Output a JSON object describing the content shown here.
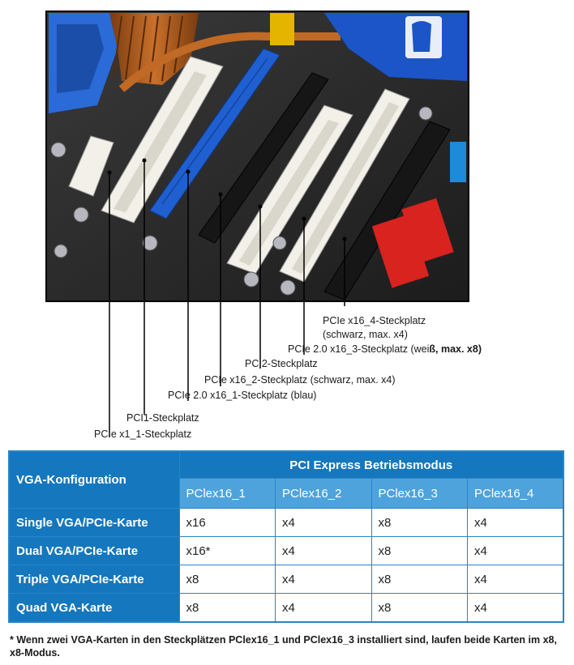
{
  "diagram": {
    "callouts": [
      {
        "id": "pcie-x16-4",
        "text": "PCIe x16_4-Steckplatz"
      },
      {
        "id": "pcie-x16-4-sub",
        "text": "(schwarz, max. x4)"
      },
      {
        "id": "pcie20-x16-3-a",
        "text": "PCIe 2.0 x16_3-Steckplatz (wei"
      },
      {
        "id": "pcie20-x16-3-b",
        "text": "ß, max. x8)"
      },
      {
        "id": "pci2",
        "text": "PCI2-Steckplatz"
      },
      {
        "id": "pcie-x16-2",
        "text": "PCIe x16_2-Steckplatz (schwarz, max. x4)"
      },
      {
        "id": "pcie20-x16-1",
        "text": "PCIe 2.0 x16_1-Steckplatz (blau)"
      },
      {
        "id": "pci1",
        "text": "PCI1-Steckplatz"
      },
      {
        "id": "pcie-x1-1",
        "text": "PCIe x1_1-Steckplatz"
      }
    ]
  },
  "table": {
    "config_header": "VGA-Konfiguration",
    "mode_header": "PCI Express Betriebsmodus",
    "slots": [
      "PClex16_1",
      "PClex16_2",
      "PClex16_3",
      "PClex16_4"
    ],
    "rows": [
      {
        "label": "Single VGA/PCIe-Karte",
        "values": [
          "x16",
          "x4",
          "x8",
          "x4"
        ]
      },
      {
        "label": "Dual VGA/PCIe-Karte",
        "values": [
          "x16*",
          "x4",
          "x8",
          "x4"
        ]
      },
      {
        "label": "Triple VGA/PCIe-Karte",
        "values": [
          "x8",
          "x4",
          "x8",
          "x4"
        ]
      },
      {
        "label": "Quad VGA-Karte",
        "values": [
          "x8",
          "x4",
          "x8",
          "x4"
        ]
      }
    ]
  },
  "footnote": "* Wenn zwei VGA-Karten in den Steckplätzen PClex16_1 und PClex16_3 installiert sind, laufen beide Karten im x8, x8-Modus.",
  "colors": {
    "table_header": "#1577bd",
    "table_subheader": "#4fa3dc",
    "slot_blue": "#1f5fd0",
    "slot_white": "#f2f0e8",
    "slot_black": "#161616",
    "header_red": "#d8231f"
  }
}
